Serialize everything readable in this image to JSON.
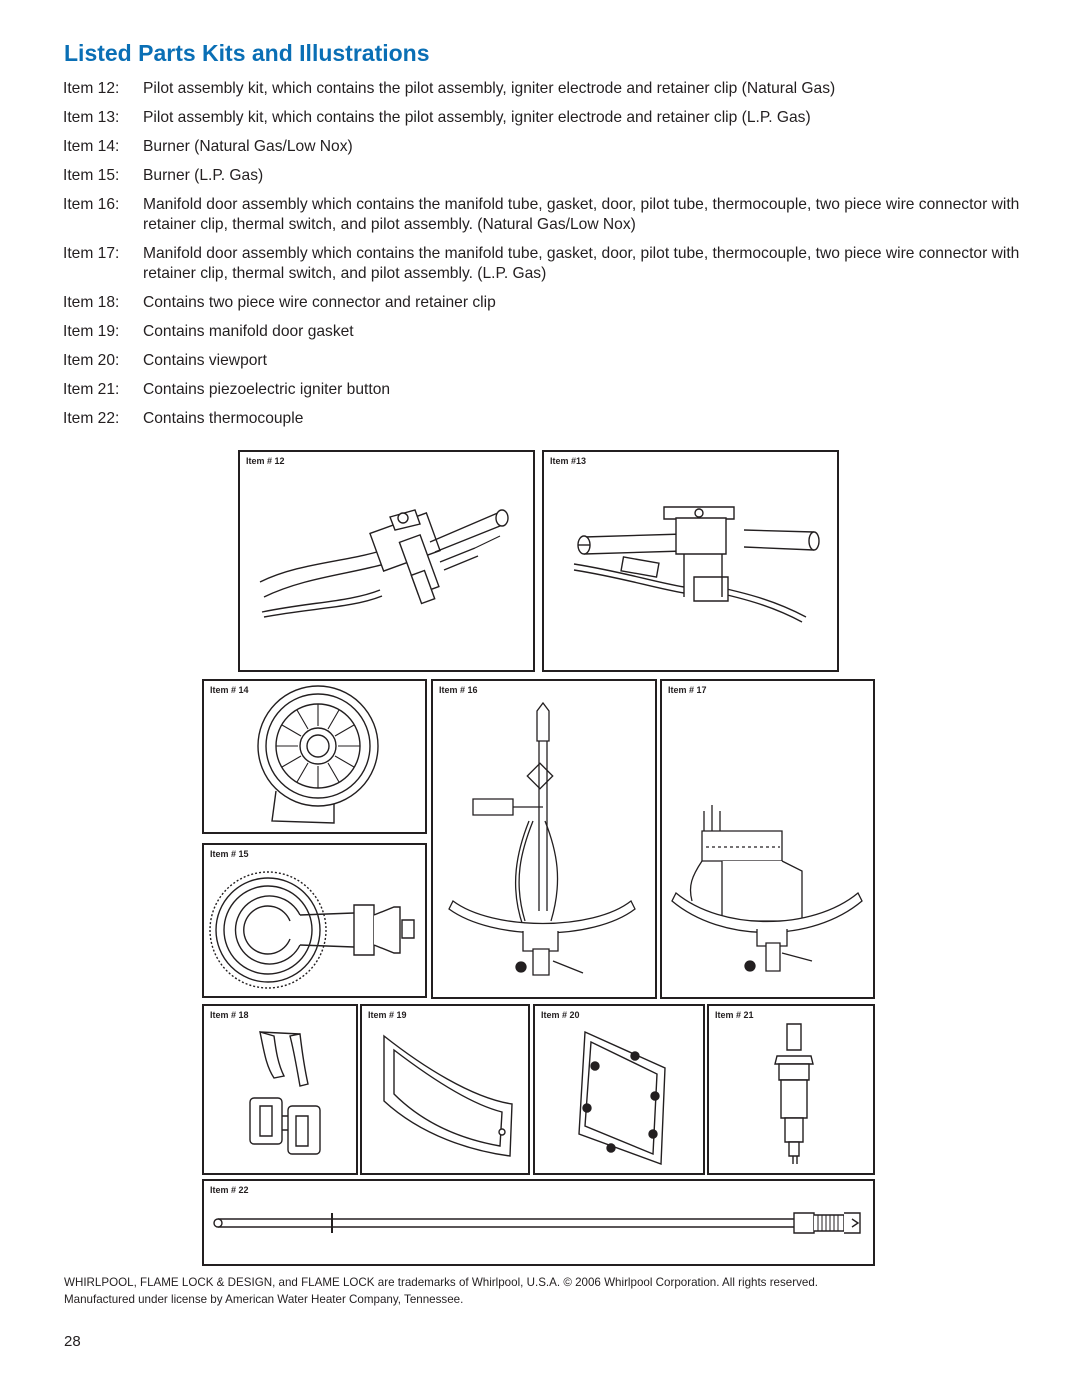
{
  "page": {
    "title": "Listed Parts Kits and Illustrations",
    "items": [
      {
        "label": "Item 12:",
        "text": "Pilot assembly kit, which contains the pilot assembly, igniter electrode and retainer clip (Natural Gas)"
      },
      {
        "label": "Item 13:",
        "text": "Pilot assembly kit, which contains the pilot assembly, igniter electrode and retainer clip (L.P. Gas)"
      },
      {
        "label": "Item 14:",
        "text": "Burner (Natural Gas/Low Nox)"
      },
      {
        "label": "Item 15:",
        "text": "Burner (L.P. Gas)"
      },
      {
        "label": "Item 16:",
        "text": "Manifold door assembly which contains the manifold tube, gasket, door, pilot tube, thermocouple, two piece wire connector with retainer clip, thermal switch, and pilot assembly. (Natural Gas/Low Nox)"
      },
      {
        "label": "Item 17:",
        "text": "Manifold door assembly which contains the manifold tube, gasket, door, pilot tube, thermocouple, two piece wire connector with retainer clip, thermal switch, and pilot assembly. (L.P. Gas)"
      },
      {
        "label": "Item 18:",
        "text": "Contains two piece wire connector and retainer clip"
      },
      {
        "label": "Item 19:",
        "text": "Contains manifold door gasket"
      },
      {
        "label": "Item 20:",
        "text": "Contains viewport"
      },
      {
        "label": "Item 21:",
        "text": "Contains piezoelectric igniter button"
      },
      {
        "label": "Item 22:",
        "text": "Contains thermocouple"
      }
    ],
    "figures": {
      "item12": "Item # 12",
      "item13": "Item #13",
      "item14": "Item # 14",
      "item15": "Item # 15",
      "item16": "Item # 16",
      "item17": "Item # 17",
      "item18": "Item # 18",
      "item19": "Item # 19",
      "item20": "Item # 20",
      "item21": "Item # 21",
      "item22": "Item # 22"
    },
    "footer": {
      "line1": "WHIRLPOOL, FLAME LOCK & DESIGN, and FLAME LOCK are trademarks of Whirlpool, U.S.A. © 2006 Whirlpool Corporation. All rights reserved.",
      "line2": "Manufactured under license by American Water Heater Company, Tennessee."
    },
    "page_number": "28",
    "colors": {
      "title": "#0a6fb5",
      "text": "#231f20"
    }
  }
}
